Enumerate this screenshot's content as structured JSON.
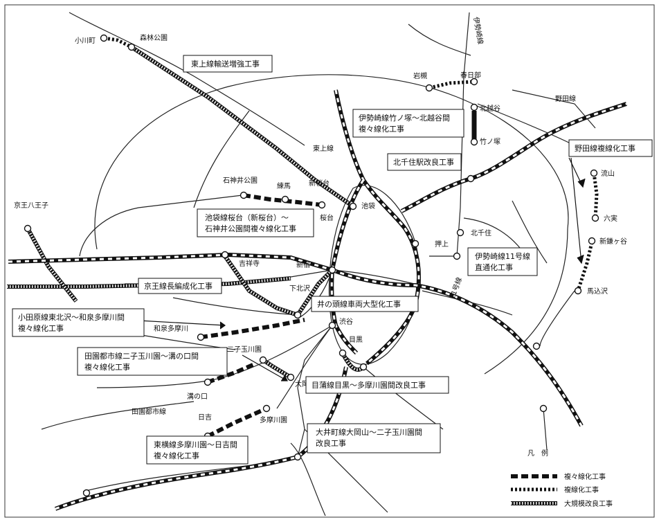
{
  "stations": {
    "ogawamachi": "小川町",
    "shinrinkoen": "森林公園",
    "iwatsuki": "岩槻",
    "kasukabe": "春日部",
    "kitakoshigaya": "北越谷",
    "takenotsuka": "竹ノ塚",
    "nagareyama": "流山",
    "mutsumi": "六実",
    "shinkamagaya": "新鎌ヶ谷",
    "magomezawa": "馬込沢",
    "shakujiikoen": "石神井公園",
    "nerima": "練馬",
    "shinsakuradai": "新桜台",
    "sakuradai": "桜台",
    "ikebukuro": "池袋",
    "kitasenju": "北千住",
    "oshiage": "押上",
    "kichijoji": "吉祥寺",
    "shinjuku": "新宿",
    "shimokitazawa": "下北沢",
    "shibuya": "渋谷",
    "meguro": "目黒",
    "izumitamagawa": "和泉多摩川",
    "futakotamagawaen": "二子玉川園",
    "ookayama": "大岡山",
    "mizonokuchi": "溝の口",
    "hiyoshi": "日吉",
    "tamagawaen": "多摩川園",
    "keiohachioji": "京王八王子"
  },
  "lines": {
    "tojo": "東上線",
    "noda": "野田線",
    "route11": "11号線",
    "denentoshi": "田園都市線",
    "isesaki": "伊勢崎線"
  },
  "boxes": {
    "tojo_capacity": "東上線輸送増強工事",
    "isesaki_l1": "伊勢崎線竹ノ塚～北越谷間",
    "isesaki_l2": "複々線化工事",
    "kitasenju_station": "北千住駅改良工事",
    "noda_double": "野田線複線化工事",
    "ikebukuro_l1": "池袋線桜台（新桜台）～",
    "ikebukuro_l2": "石神井公園間複々線化工事",
    "isesaki11_l1": "伊勢崎線11号線",
    "isesaki11_l2": "直通化工事",
    "keio_long": "京王線長編成化工事",
    "inokashira": "井の頭線車両大型化工事",
    "odakyu_l1": "小田原線東北沢～和泉多摩川間",
    "odakyu_l2": "複々線化工事",
    "denen_l1": "田園都市線二子玉川園～溝の口間",
    "denen_l2": "複々線化工事",
    "mekama": "目蒲線目黒～多摩川園間改良工事",
    "oimachi_l1": "大井町線大岡山～二子玉川園間",
    "oimachi_l2": "改良工事",
    "toyoko_l1": "東横線多摩川園～日吉間",
    "toyoko_l2": "複々線化工事"
  },
  "legend": {
    "title": "凡　例",
    "quad": "複々線化工事",
    "double": "複線化工事",
    "major": "大規模改良工事"
  }
}
